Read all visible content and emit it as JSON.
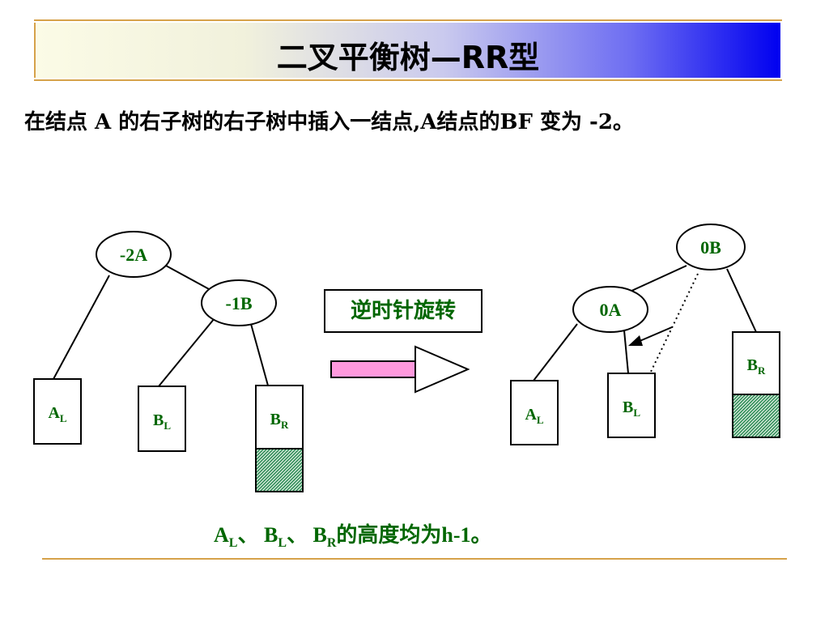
{
  "title": "二叉平衡树—RR型",
  "description": "在结点 A 的右子树的右子树中插入一结点,A结点的BF 变为 -2。",
  "rotation_label": "逆时针旋转",
  "before": {
    "root": "-2A",
    "child": "-1B",
    "boxes": [
      {
        "base": "A",
        "sub": "L"
      },
      {
        "base": "B",
        "sub": "L"
      },
      {
        "base": "B",
        "sub": "R"
      }
    ]
  },
  "after": {
    "root": "0B",
    "child": "0A",
    "boxes": [
      {
        "base": "A",
        "sub": "L"
      },
      {
        "base": "B",
        "sub": "L"
      },
      {
        "base": "B",
        "sub": "R"
      }
    ]
  },
  "note": {
    "parts": [
      {
        "base": "A",
        "sub": "L",
        "sep": "、 "
      },
      {
        "base": "B",
        "sub": "L",
        "sep": "、 "
      },
      {
        "base": "B",
        "sub": "R",
        "sep": ""
      }
    ],
    "tail": "的高度均为h-1。"
  },
  "colors": {
    "label_green": "#006600",
    "hatch_green": "#2e8b57",
    "arrow_pink": "#ff99dd",
    "rule_gold": "#d6a24a"
  }
}
